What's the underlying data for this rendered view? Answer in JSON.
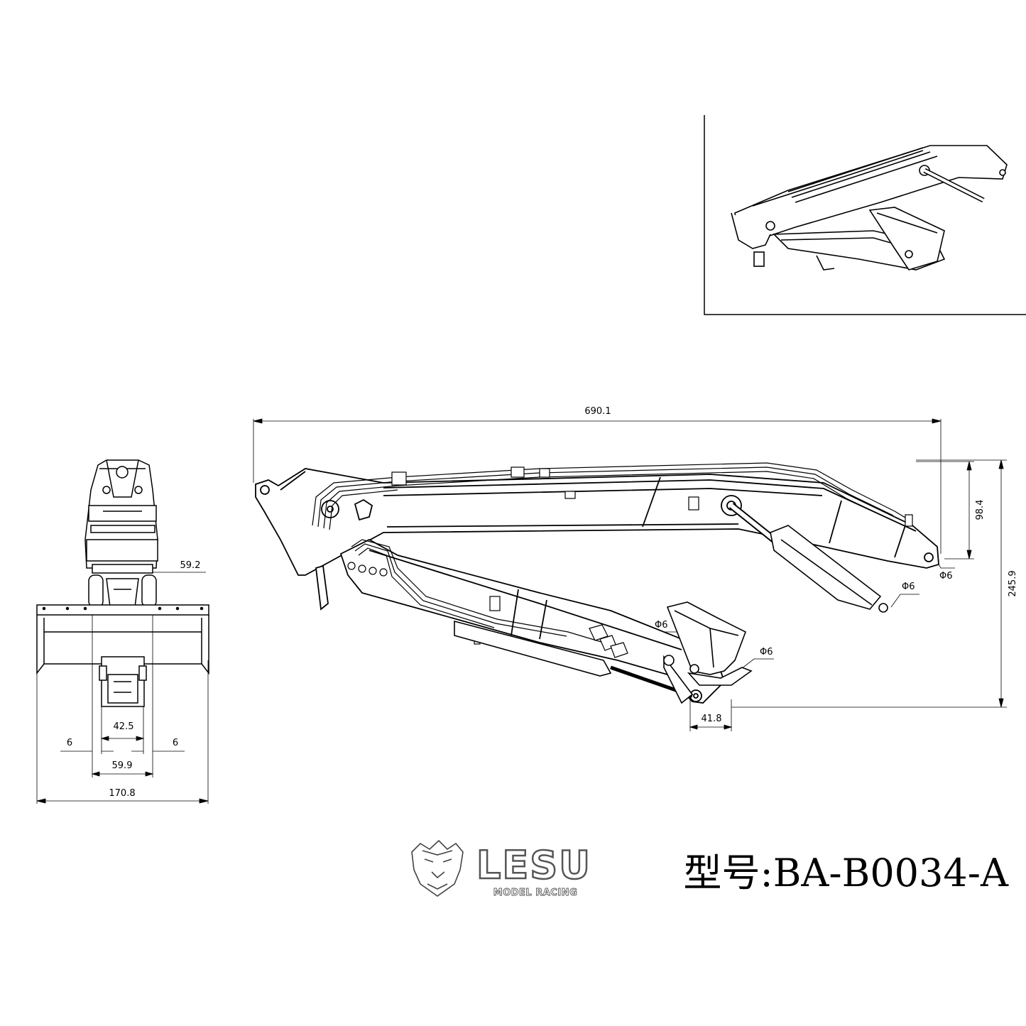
{
  "dimensions": {
    "overall_length": "690.1",
    "arm_end_height": "98.4",
    "overall_height": "245.9",
    "pin_dia_1": "Φ6",
    "pin_dia_2": "Φ6",
    "pin_dia_3": "Φ6",
    "pin_dia_4": "Φ6",
    "bucket_link_width": "41.8",
    "front_tube_width": "59.2",
    "mount_width": "42.5",
    "offset_left": "6",
    "offset_right": "6",
    "mount_outer_width": "59.9",
    "bucket_width": "170.8"
  },
  "branding": {
    "logo_text": "LESU",
    "logo_subtext": "MODEL RACING",
    "model_label": "型号:BA-B0034-A"
  }
}
